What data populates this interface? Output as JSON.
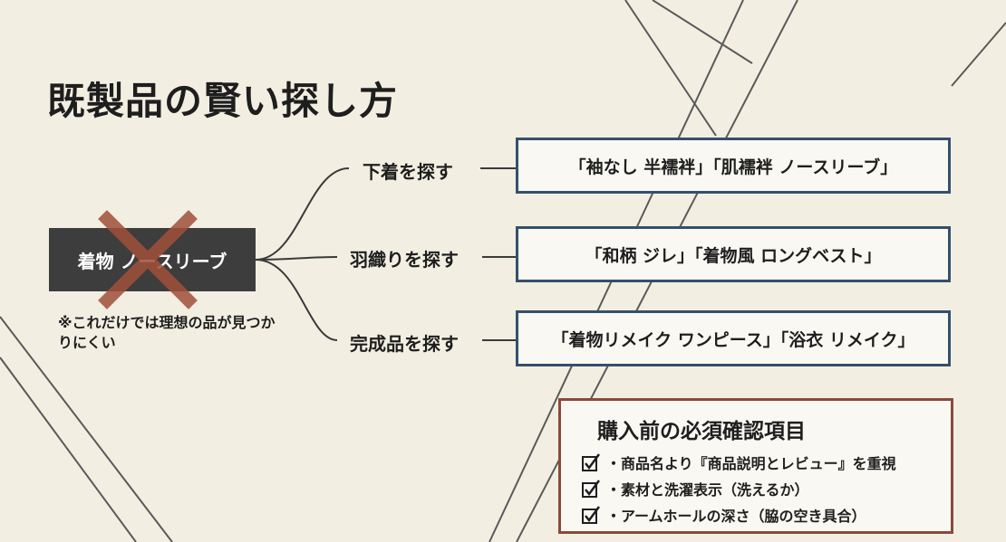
{
  "title": "既製品の賢い探し方",
  "center": {
    "label": "着物 ノースリーブ",
    "note": "※これだけでは理想の品が見つかりにくい"
  },
  "branches": [
    {
      "label": "下着を探す",
      "keywords": "「袖なし 半襦袢」「肌襦袢 ノースリーブ」"
    },
    {
      "label": "羽織りを探す",
      "keywords": "「和柄 ジレ」「着物風 ロングベスト」"
    },
    {
      "label": "完成品を探す",
      "keywords": "「着物リメイク ワンピース」「浴衣 リメイク」"
    }
  ],
  "checklist": {
    "title": "購入前の必須確認項目",
    "items": [
      "・商品名より『商品説明とレビュー』を重視",
      "・素材と洗濯表示（洗えるか）",
      "・アームホールの深さ（脇の空き具合）"
    ]
  },
  "colors": {
    "background": "#f2efe2",
    "center_box": "#3d3d3d",
    "cross": "#a0503a",
    "keyword_border": "#34506c",
    "checklist_border": "#8a4a3a"
  }
}
